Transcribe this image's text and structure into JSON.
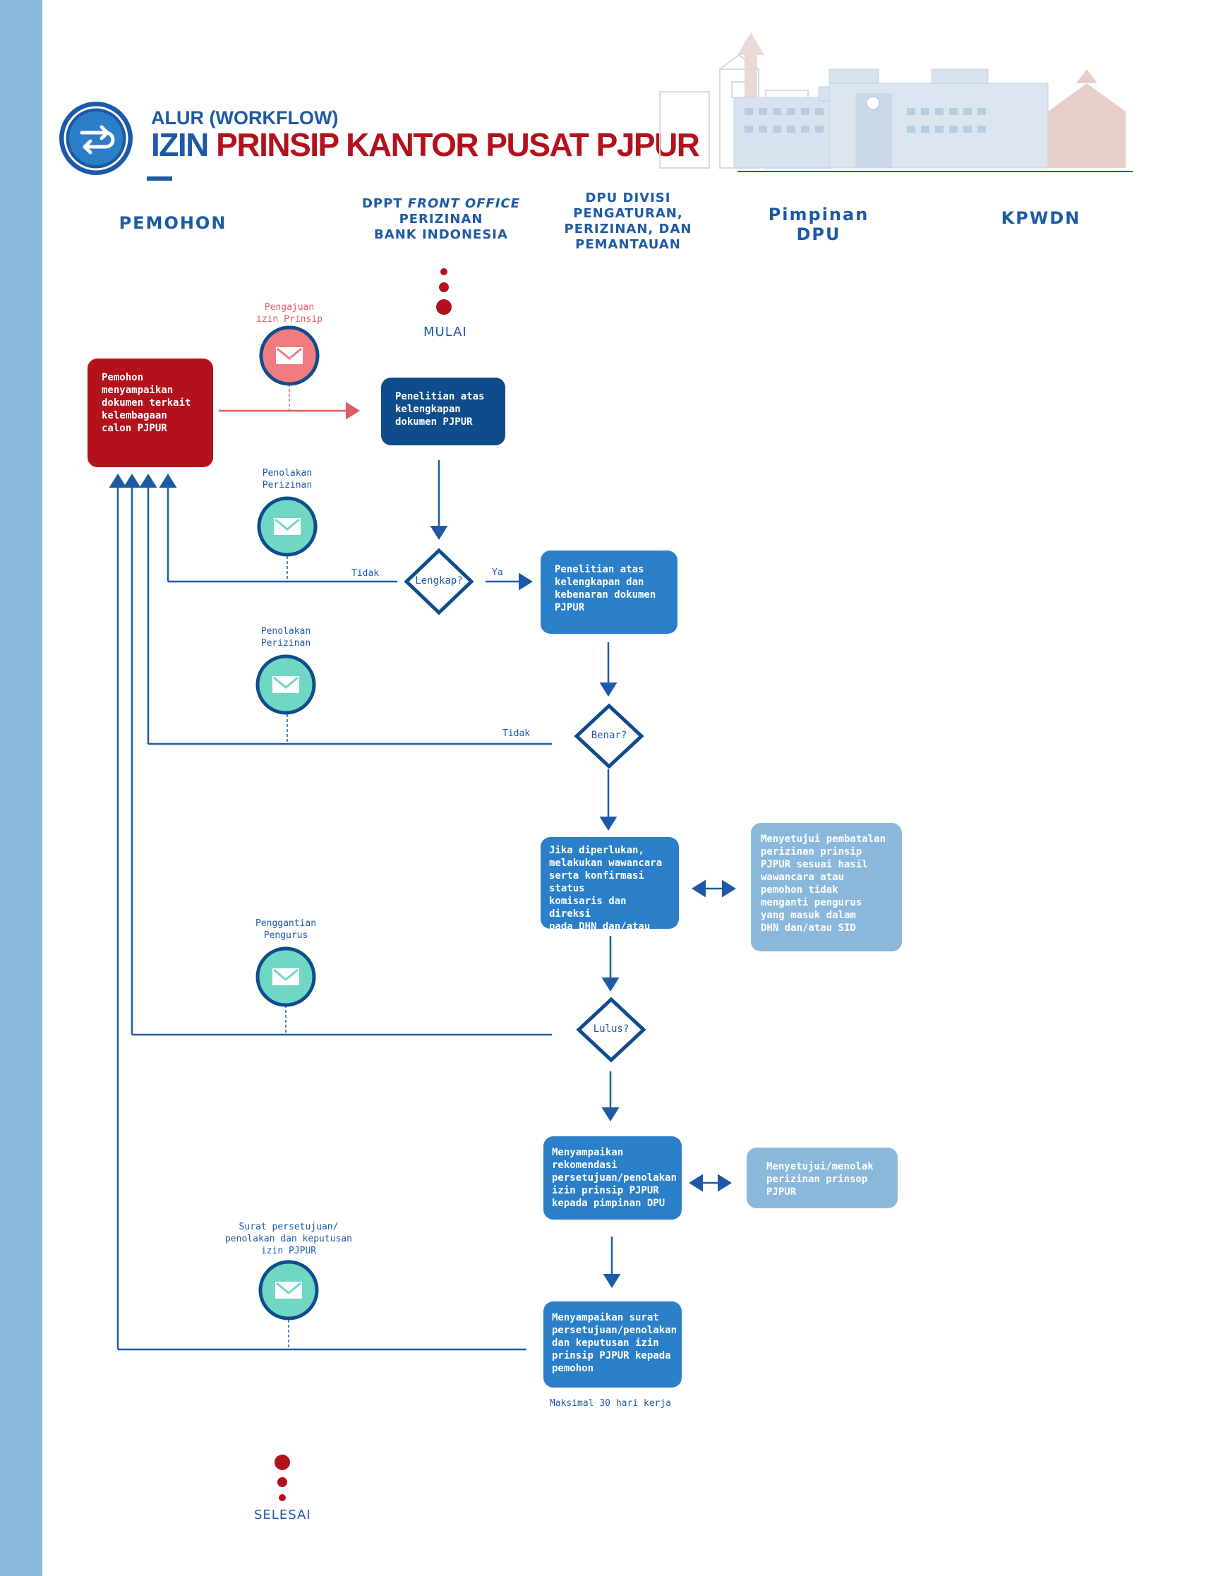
{
  "header": {
    "title_line1": "ALUR (WORKFLOW)",
    "title_line2_prefix": "IZIN",
    "title_line2_main": "PRINSIP KANTOR PUSAT PJPUR"
  },
  "lanes": {
    "pemohon": "PEMOHON",
    "dppt_pre": "DPPT ",
    "dppt_italic": "FRONT OFFICE",
    "dppt_rest": "PERIZINAN\nBANK INDONESIA",
    "dpu_divisi": "DPU DIVISI\nPENGATURAN,\nPERIZINAN, DAN\nPEMANTAUAN",
    "pimpinan_dpu": "Pimpinan\nDPU",
    "kpwdn": "KPWDN"
  },
  "start_label": "MULAI",
  "end_label": "SELESAI",
  "boxes": {
    "pemohon": "Pemohon\nmenyampaikan\ndokumen terkait\nkelembagaan\ncalon PJPUR",
    "penelitian1": "Penelitian atas\nkelengkapan\ndokumen PJPUR",
    "penelitian2": "Penelitian atas\nkelengkapan dan\nkebenaran dokumen\nPJPUR",
    "wawancara": "Jika diperlukan,\nmelakukan wawancara\nserta konfirmasi status\nkomisaris dan direksi\npada DHN dan/atau\nSID",
    "pembatalan": "Menyetujui pembatalan\nperizinan prinsip\nPJPUR sesuai hasil\nwawancara atau\npemohon tidak\nmenganti pengurus\nyang masuk dalam\nDHN dan/atau SID",
    "rekomendasi": "Menyampaikan\nrekomendasi\npersetujuan/penolakan\nizin prinsip PJPUR\nkepada pimpinan DPU",
    "menyetujui": "Menyetujui/menolak\nperizinan prinsop\nPJPUR",
    "surat": "Menyampaikan surat\npersetujuan/penolakan\ndan keputusan izin\nprinsip PJPUR kepada\npemohon"
  },
  "decisions": {
    "lengkap": "Lengkap?",
    "benar": "Benar?",
    "lulus": "Lulus?"
  },
  "flow_labels": {
    "tidak1": "Tidak",
    "ya": "Ya",
    "tidak2": "Tidak"
  },
  "envelopes": {
    "pengajuan": "Pengajuan\nizin Prinsip",
    "penolakan1": "Penolakan\nPerizinan",
    "penolakan2": "Penolakan\nPerizinan",
    "penggantian": "Penggantian\nPengurus",
    "surat": "Surat persetujuan/\npenolakan dan keputusan\nizin PJPUR"
  },
  "note": "Maksimal 30 hari kerja",
  "colors": {
    "sidebar": "#8bb9dc",
    "blue": "#1d5aa6",
    "red": "#b3121d",
    "teal": "#6fd7c4",
    "pink": "#f07c80"
  }
}
